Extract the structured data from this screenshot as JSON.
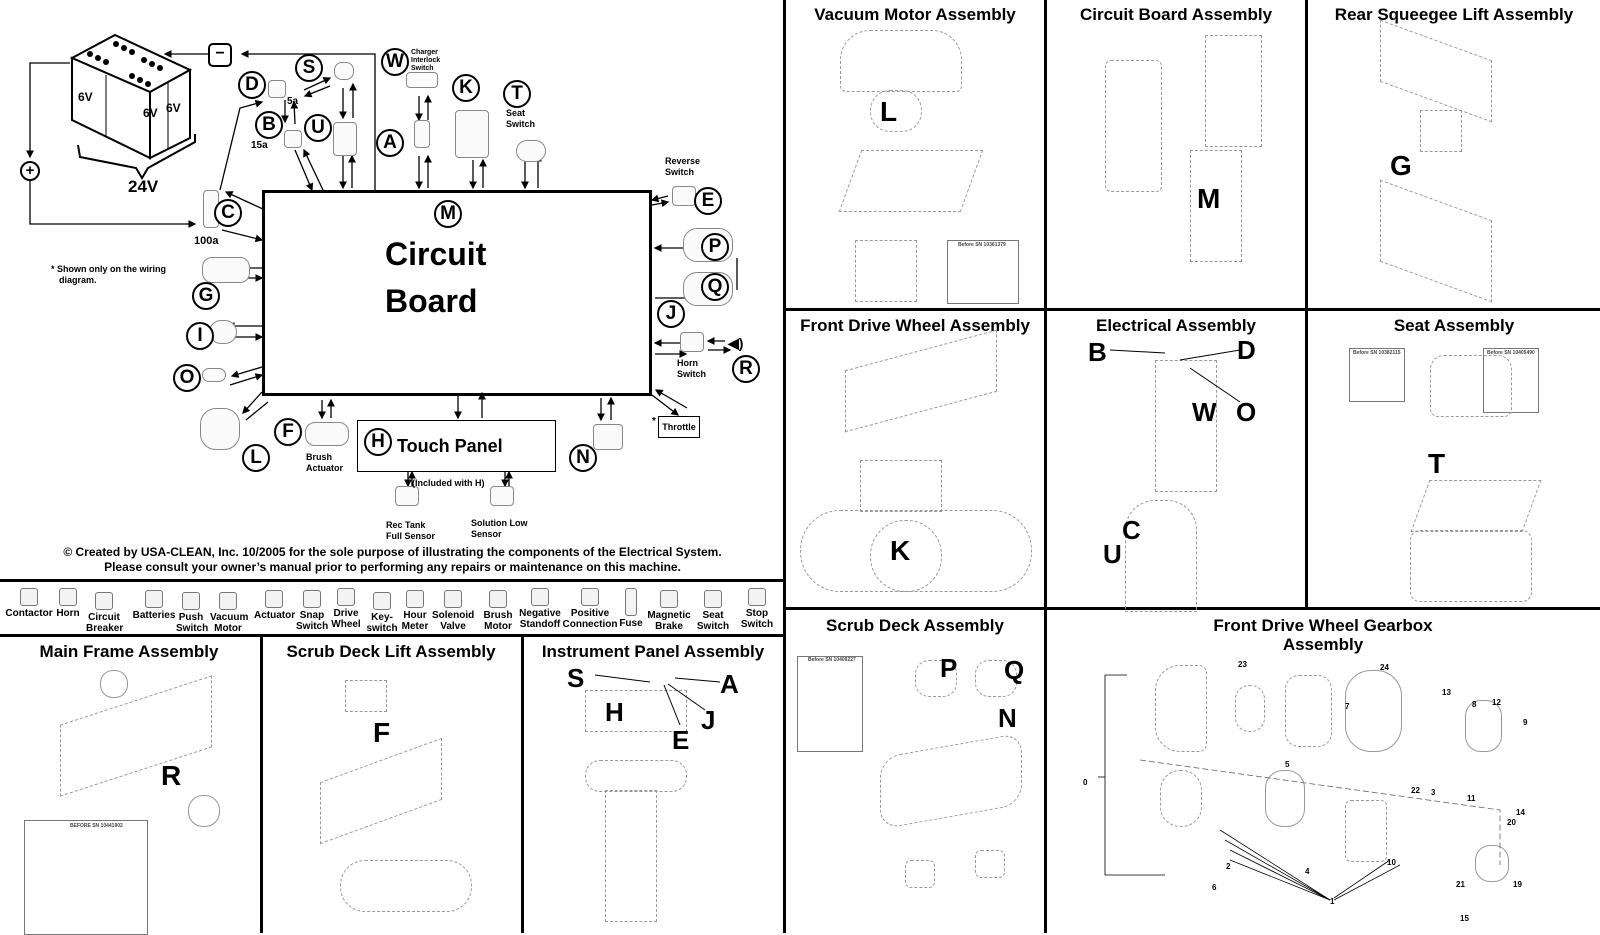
{
  "wiring": {
    "battery_cells": [
      "6V",
      "6V",
      "6V"
    ],
    "battery_total": "24V",
    "negative_symbol": "−",
    "positive_symbol": "+",
    "board_letter": "M",
    "board_title_1": "Circuit",
    "board_title_2": "Board",
    "note": "* Shown only on the wiring diagram.",
    "note_line1": "* Shown only on the wiring",
    "note_line2": "diagram.",
    "components": [
      {
        "letter": "D",
        "label": "",
        "rating": "5a"
      },
      {
        "letter": "S",
        "label": ""
      },
      {
        "letter": "B",
        "label": "",
        "rating": "15a"
      },
      {
        "letter": "U",
        "label": ""
      },
      {
        "letter": "C",
        "label": "",
        "rating": "100a"
      },
      {
        "letter": "W",
        "label": "Charger Interlock Switch"
      },
      {
        "letter": "A",
        "label": ""
      },
      {
        "letter": "K",
        "label": ""
      },
      {
        "letter": "T",
        "label": "Seat Switch"
      },
      {
        "letter": "E",
        "label": "Reverse Switch"
      },
      {
        "letter": "P",
        "label": ""
      },
      {
        "letter": "Q",
        "label": ""
      },
      {
        "letter": "J",
        "label": ""
      },
      {
        "letter": "R",
        "label": "Horn Switch"
      },
      {
        "letter": "G",
        "label": ""
      },
      {
        "letter": "I",
        "label": ""
      },
      {
        "letter": "O",
        "label": ""
      },
      {
        "letter": "L",
        "label": ""
      },
      {
        "letter": "F",
        "label": "Brush Actuator"
      },
      {
        "letter": "H",
        "label": "Touch Panel"
      },
      {
        "letter": "N",
        "label": ""
      }
    ],
    "charger_l1": "Charger",
    "charger_l2": "Interlock",
    "charger_l3": "Switch",
    "seat_l1": "Seat",
    "seat_l2": "Switch",
    "reverse_l1": "Reverse",
    "reverse_l2": "Switch",
    "horn_l1": "Horn",
    "horn_l2": "Switch",
    "brush_l1": "Brush",
    "brush_l2": "Actuator",
    "touch_panel": "Touch Panel",
    "included": "(Included with H)",
    "rec_l1": "Rec Tank",
    "rec_l2": "Full Sensor",
    "sol_l1": "Solution Low",
    "sol_l2": "Sensor",
    "throttle": "Throttle",
    "throttle_star": "*",
    "r5a": "5a",
    "r15a": "15a",
    "r100a": "100a",
    "copyright_1": "© Created by USA-CLEAN, Inc. 10/2005 for the sole purpose of illustrating the components of the Electrical System.",
    "copyright_2": "Please consult your owner’s manual prior to performing any repairs or maintenance on this machine."
  },
  "legend": [
    {
      "icon": "contactor-icon",
      "label": "Contactor"
    },
    {
      "icon": "horn-icon",
      "label": "Horn"
    },
    {
      "icon": "circuit-breaker-icon",
      "label": "Circuit Breaker"
    },
    {
      "icon": "batteries-icon",
      "label": "Batteries"
    },
    {
      "icon": "push-switch-icon",
      "label": "Push Switch"
    },
    {
      "icon": "vacuum-motor-icon",
      "label": "Vacuum Motor"
    },
    {
      "icon": "actuator-icon",
      "label": "Actuator"
    },
    {
      "icon": "snap-switch-icon",
      "label": "Snap Switch"
    },
    {
      "icon": "drive-wheel-icon",
      "label": "Drive Wheel"
    },
    {
      "icon": "key-switch-icon",
      "label": "Key-switch"
    },
    {
      "icon": "hour-meter-icon",
      "label": "Hour Meter"
    },
    {
      "icon": "solenoid-valve-icon",
      "label": "Solenoid Valve"
    },
    {
      "icon": "brush-motor-icon",
      "label": "Brush Motor"
    },
    {
      "icon": "negative-standoff-icon",
      "label": "Negative Standoff"
    },
    {
      "icon": "positive-connection-icon",
      "label": "Positive Connection"
    },
    {
      "icon": "fuse-icon",
      "label": "Fuse"
    },
    {
      "icon": "magnetic-brake-icon",
      "label": "Magnetic Brake"
    },
    {
      "icon": "seat-switch-icon",
      "label": "Seat Switch"
    },
    {
      "icon": "stop-switch-icon",
      "label": "Stop Switch"
    }
  ],
  "panels": {
    "vacuum_motor": {
      "title": "Vacuum Motor Assembly",
      "letters": [
        "L"
      ],
      "inset": "Before SN 10361379"
    },
    "circuit_board": {
      "title": "Circuit Board Assembly",
      "letters": [
        "M"
      ]
    },
    "rear_squeegee": {
      "title": "Rear Squeegee Lift Assembly",
      "letters": [
        "G"
      ]
    },
    "front_drive_wheel": {
      "title": "Front Drive Wheel Assembly",
      "letters": [
        "K"
      ]
    },
    "electrical": {
      "title": "Electrical Assembly",
      "letters": [
        "B",
        "D",
        "W",
        "O",
        "C",
        "U"
      ]
    },
    "seat": {
      "title": "Seat Assembly",
      "letters": [
        "T"
      ],
      "inset_left": "Before SN 10382115",
      "inset_right": "Before SN 10405490"
    },
    "main_frame": {
      "title": "Main Frame Assembly",
      "letters": [
        "R"
      ],
      "inset": "BEFORE SN 10441902"
    },
    "scrub_deck_lift": {
      "title": "Scrub Deck Lift Assembly",
      "letters": [
        "F"
      ]
    },
    "instrument_panel": {
      "title": "Instrument Panel Assembly",
      "letters": [
        "S",
        "A",
        "H",
        "J",
        "E"
      ]
    },
    "scrub_deck": {
      "title": "Scrub Deck Assembly",
      "letters": [
        "P",
        "Q",
        "N"
      ],
      "inset": "Before SN 10409227"
    },
    "gearbox": {
      "title_1": "Front Drive Wheel Gearbox",
      "title_2": "Assembly",
      "callouts": [
        "23",
        "24",
        "7",
        "13",
        "8",
        "12",
        "9",
        "0",
        "5",
        "22",
        "3",
        "11",
        "14",
        "20",
        "2",
        "6",
        "4",
        "10",
        "21",
        "19",
        "15",
        "1"
      ]
    }
  }
}
